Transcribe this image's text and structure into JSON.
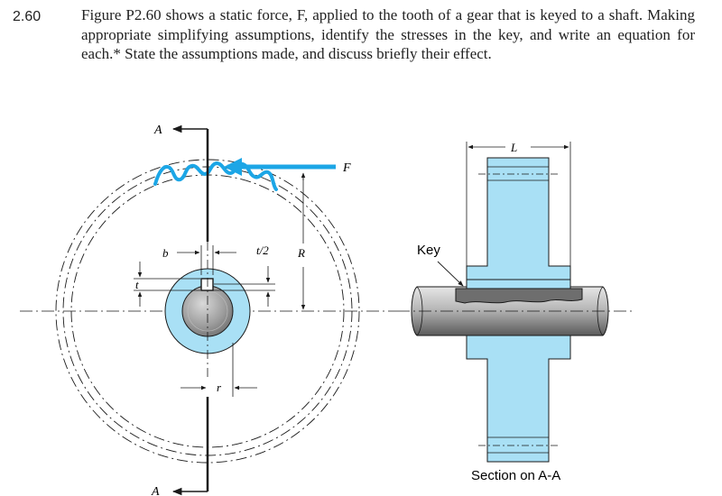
{
  "problem": {
    "number": "2.60",
    "text": "Figure P2.60 shows a static force, F, applied to the tooth of a gear that is keyed to a shaft. Making appropriate simplifying assumptions, identify the stresses in the key, and write an equation for each.* State the assumptions made, and discuss briefly their effect."
  },
  "labels": {
    "section_top": "A",
    "section_bottom": "A",
    "force": "F",
    "key_width": "b",
    "key_height": "t",
    "half_height": "t/2",
    "gear_radius": "R",
    "shaft_radius": "r",
    "key_length": "L",
    "key_callout": "Key",
    "section_caption": "Section on A-A"
  },
  "colors": {
    "gear_fill": "#a9e0f5",
    "force_arrow": "#1ca6e6",
    "gear_teeth": "#1ca6e6",
    "shaft_grey": "#9c9c9c",
    "line": "#1a1a1a"
  }
}
